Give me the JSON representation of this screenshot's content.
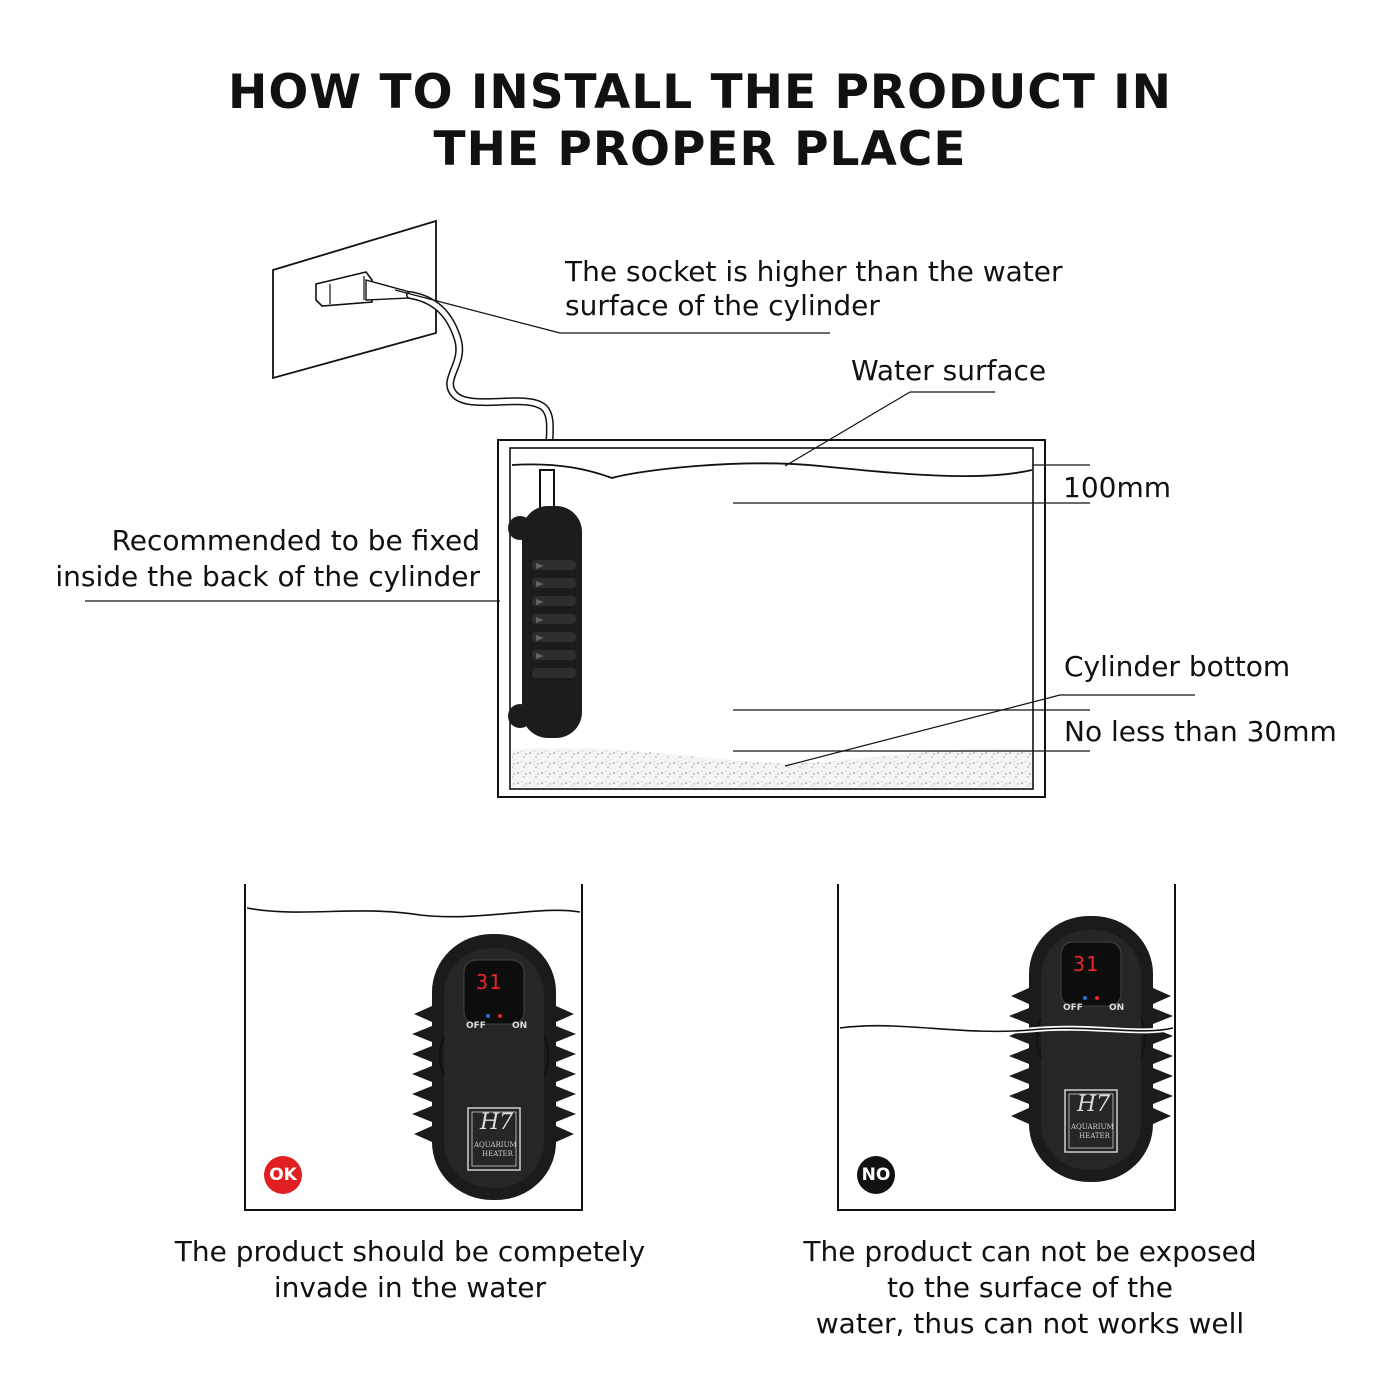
{
  "title": {
    "line1": "HOW TO INSTALL THE PRODUCT IN",
    "line2": "THE PROPER PLACE"
  },
  "labels": {
    "socket_line1": "The socket is higher than the water",
    "socket_line2": "surface of the cylinder",
    "water_surface": "Water surface",
    "depth_top": "100mm",
    "recommend_line1": "Recommended to be fixed",
    "recommend_line2": "inside the back of the cylinder",
    "cylinder_bottom": "Cylinder bottom",
    "depth_bottom": "No less than 30mm"
  },
  "heater": {
    "display_value": "31",
    "off_label": "OFF",
    "on_label": "ON",
    "model": "H7",
    "product_line1": "AQUARIUM",
    "product_line2": "HEATER"
  },
  "examples": {
    "ok_badge": "OK",
    "ok_caption_line1": "The product should be competely",
    "ok_caption_line2": "invade in the water",
    "no_badge": "NO",
    "no_caption_line1": "The product can not be exposed",
    "no_caption_line2": "to the surface of the",
    "no_caption_line3": "water, thus can not works well"
  },
  "colors": {
    "ok_badge": "#e02020",
    "no_badge": "#111111",
    "heater_body": "#1a1a1a",
    "display_digits": "#e8262a",
    "sand": "#ededed"
  }
}
